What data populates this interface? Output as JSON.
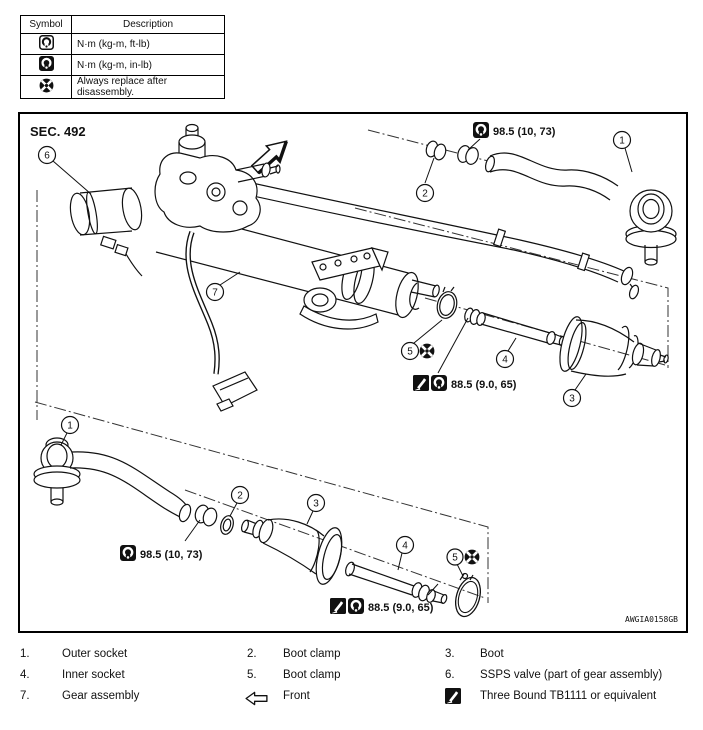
{
  "legend_table": {
    "header": {
      "symbol": "Symbol",
      "description": "Description"
    },
    "rows": [
      {
        "icon": "torque-ftlb-icon",
        "description": "N·m (kg-m, ft-lb)"
      },
      {
        "icon": "torque-inlb-icon",
        "description": "N·m (kg-m, in-lb)"
      },
      {
        "icon": "replace-after-disassembly-icon",
        "description": "Always replace after disassembly."
      }
    ]
  },
  "figure": {
    "section": "SEC. 492",
    "code": "AWGIA0158GB",
    "callouts": {
      "n1": "1",
      "n2": "2",
      "n3": "3",
      "n4": "4",
      "n5": "5",
      "n6": "6",
      "n7": "7"
    },
    "torque_outer": "98.5 (10, 73)",
    "torque_inner": "88.5 (9.0, 65)"
  },
  "parts_list": [
    {
      "num": "1.",
      "label": "Outer socket"
    },
    {
      "num": "2.",
      "label": "Boot clamp"
    },
    {
      "num": "3.",
      "label": "Boot"
    },
    {
      "num": "4.",
      "label": "Inner socket"
    },
    {
      "num": "5.",
      "label": "Boot clamp"
    },
    {
      "num": "6.",
      "label": "SSPS valve (part of gear assembly)"
    },
    {
      "num": "7.",
      "label": "Gear assembly"
    },
    {
      "icon": "front-arrow-icon",
      "label": "Front"
    },
    {
      "icon": "sealant-icon",
      "label": "Three Bound TB1111 or equivalent"
    }
  ]
}
